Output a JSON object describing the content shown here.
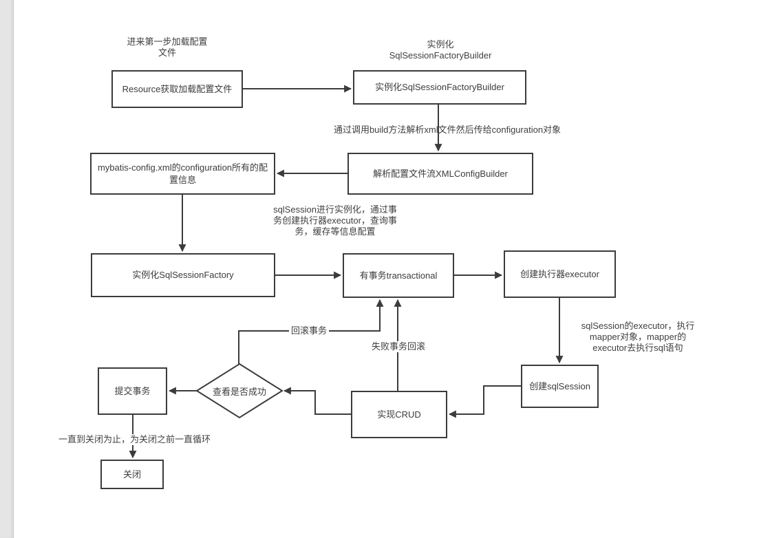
{
  "page": {
    "background": "#ffffff",
    "gutter_color": "#e5e5e5",
    "line_color": "#3b3b3b",
    "text_color": "#3c3c3c"
  },
  "flowchart": {
    "nodes": {
      "resource": "Resource获取加载配置文件",
      "builder": "实例化SqlSessionFactoryBuilder",
      "xml_config": "解析配置文件流XMLConfigBuilder",
      "mybatis_config": "mybatis-config.xml的configuration所有的配置信息",
      "factory": "实例化SqlSessionFactory",
      "transactional": "有事务transactional",
      "executor": "创建执行器executor",
      "sqlsession": "创建sqlSession",
      "crud": "实现CRUD",
      "commit": "提交事务",
      "close": "关闭",
      "check_success": "查看是否成功"
    },
    "annotations": {
      "step1": "进来第一步加载配置\n文件",
      "instantiate_builder": "实例化\nSqlSessionFactoryBuilder",
      "build_method": "通过调用build方法解析xml文件然后传给configuration对象",
      "sqlsession_init": "sqlSession进行实例化，通过事\n务创建执行器executor，查询事\n务，缓存等信息配置",
      "rollback": "回滚事务",
      "fail_rollback": "失败事务回滚",
      "executor_mapper": "sqlSession的executor，执行\nmapper对象，mapper的\nexecutor去执行sql语句",
      "loop_until_close": "一直到关闭为止，为关闭之前一直循环"
    }
  }
}
